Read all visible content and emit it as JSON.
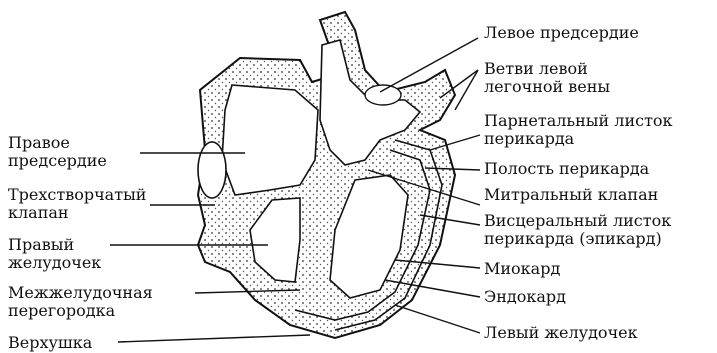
{
  "diagram": {
    "labels_left": [
      {
        "id": "right_atrium",
        "text": "Правое\nпредсердие"
      },
      {
        "id": "tricuspid",
        "text": "Трехстворчатый\nклапан"
      },
      {
        "id": "right_ventricle",
        "text": "Правый\nжелудочек"
      },
      {
        "id": "septum",
        "text": "Межжелудочная\nперегородка"
      },
      {
        "id": "apex",
        "text": "Верхушка"
      }
    ],
    "labels_right": [
      {
        "id": "left_atrium",
        "text": "Левое предсердие"
      },
      {
        "id": "pulm_vein",
        "text": "Ветви левой\nлегочной вены"
      },
      {
        "id": "parietal",
        "text": "Парнетальный листок\nперикарда"
      },
      {
        "id": "cavity",
        "text": "Полость перикарда"
      },
      {
        "id": "mitral",
        "text": "Митральный клапан"
      },
      {
        "id": "visceral",
        "text": "Висцеральный листок\nперикарда (эпикард)"
      },
      {
        "id": "myocard",
        "text": "Миокард"
      },
      {
        "id": "endocard",
        "text": "Эндокард"
      },
      {
        "id": "left_ventricle",
        "text": "Левый желудочек"
      }
    ]
  }
}
